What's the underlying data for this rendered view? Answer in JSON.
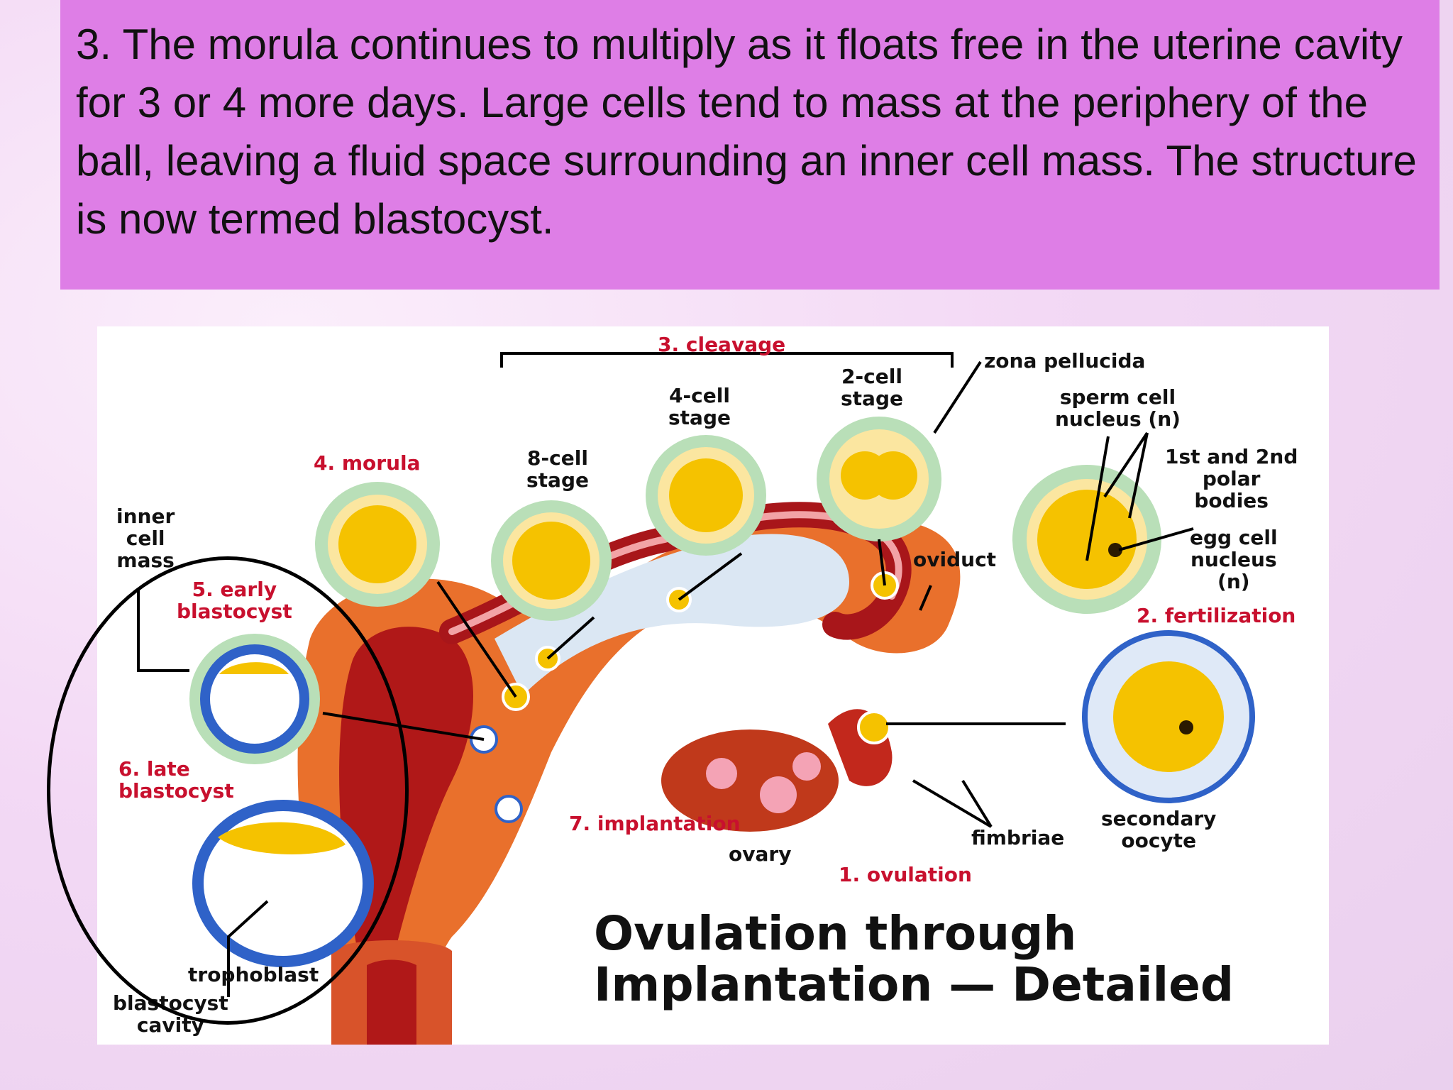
{
  "banner": {
    "text": "3. The morula continues to multiply as it floats free in the uterine cavity for 3 or 4 more days. Large cells tend to mass at the periphery of the ball, leaving a fluid space surrounding an inner cell mass. The structure is now termed blastocyst."
  },
  "diagram": {
    "title": "Ovulation through\nImplantation — Detailed",
    "labels": {
      "cleavage": "3. cleavage",
      "zona_pellucida": "zona pellucida",
      "two_cell": "2-cell\nstage",
      "four_cell": "4-cell\nstage",
      "eight_cell": "8-cell\nstage",
      "morula": "4. morula",
      "sperm_nucleus": "sperm cell\nnucleus (n)",
      "polar_bodies": "1st and 2nd\npolar\nbodies",
      "egg_nucleus": "egg cell\nnucleus\n(n)",
      "oviduct": "oviduct",
      "fertilization": "2. fertilization",
      "inner_cell_mass": "inner\ncell\nmass",
      "early_blastocyst": "5. early\nblastocyst",
      "late_blastocyst": "6. late\nblastocyst",
      "implantation": "7. implantation",
      "ovary": "ovary",
      "ovulation": "1. ovulation",
      "fimbriae": "fimbriae",
      "secondary_oocyte": "secondary\noocyte",
      "trophoblast": "trophoblast",
      "blastocyst_cavity": "blastocyst\ncavity"
    }
  }
}
